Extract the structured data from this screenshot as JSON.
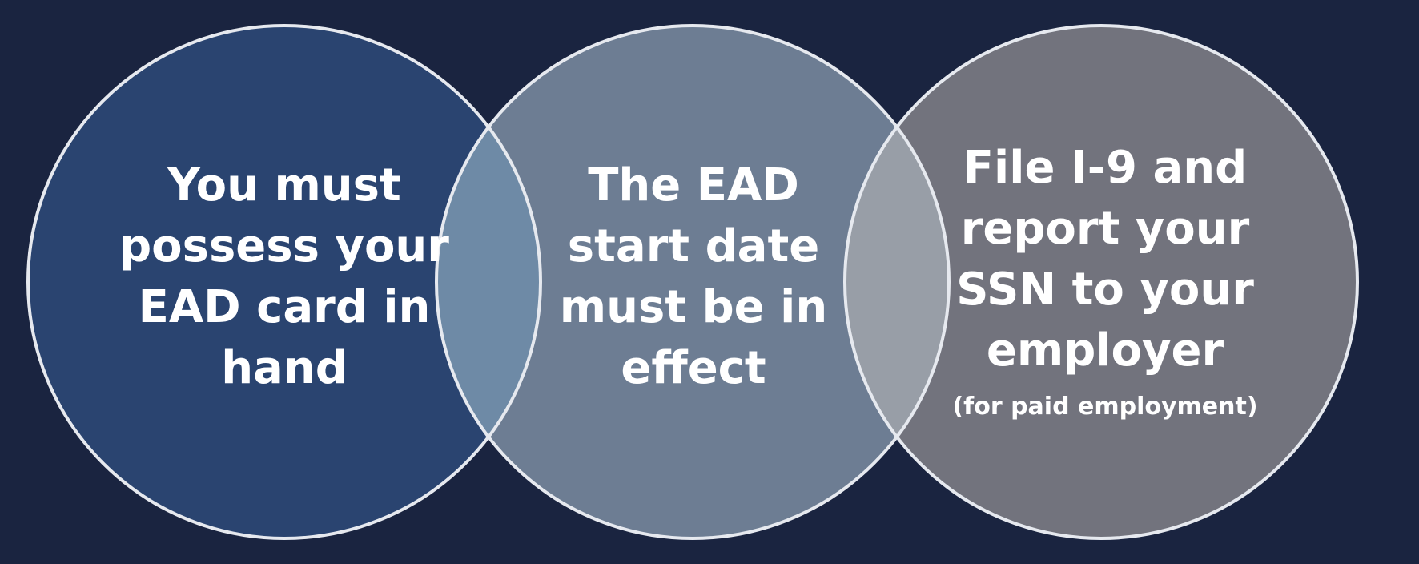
{
  "circles": [
    {
      "lines": [
        "You must",
        "possess your",
        "EAD card in",
        "hand"
      ],
      "note": "",
      "fill": "#2a4470"
    },
    {
      "lines": [
        "The EAD",
        "start date",
        "must be in",
        "effect"
      ],
      "note": "",
      "fill": "#6d7d93"
    },
    {
      "lines": [
        "File I-9 and",
        "report your",
        "SSN to your",
        "employer"
      ],
      "note": "(for paid employment)",
      "fill": "#72737d"
    }
  ],
  "overlaps": {
    "left_middle_fill": "#6e8aa6",
    "middle_right_fill": "#989ea7"
  },
  "colors": {
    "background": "#1a2440",
    "outline": "#e6e9ef",
    "text": "#ffffff"
  }
}
